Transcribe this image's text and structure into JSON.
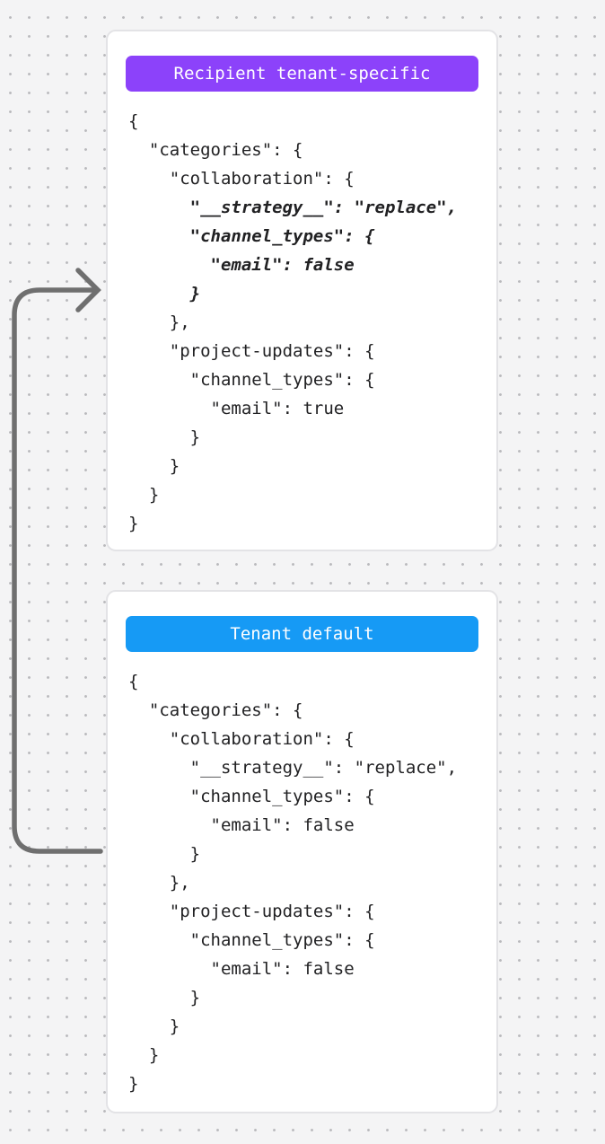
{
  "page": {
    "background_color": "#f4f4f5",
    "dot_color": "#b9b9bc",
    "card_border_color": "#e3e3e6",
    "code_text_color": "#212123"
  },
  "arrow": {
    "description": "curved connector from tenant-default card pointing up into recipient tenant-specific card",
    "color": "#6f6f6f"
  },
  "cards": [
    {
      "badge": {
        "label": "Recipient tenant-specific",
        "background": "#8c42fa",
        "text_color": "#ffffff"
      },
      "code_lines": [
        {
          "text": "{",
          "emphasis": false
        },
        {
          "text": "  \"categories\": {",
          "emphasis": false
        },
        {
          "text": "    \"collaboration\": {",
          "emphasis": false
        },
        {
          "text": "      \"__strategy__\": \"replace\",",
          "emphasis": true
        },
        {
          "text": "      \"channel_types\": {",
          "emphasis": true
        },
        {
          "text": "        \"email\": false",
          "emphasis": true
        },
        {
          "text": "      }",
          "emphasis": true
        },
        {
          "text": "    },",
          "emphasis": false
        },
        {
          "text": "    \"project-updates\": {",
          "emphasis": false
        },
        {
          "text": "      \"channel_types\": {",
          "emphasis": false
        },
        {
          "text": "        \"email\": true",
          "emphasis": false
        },
        {
          "text": "      }",
          "emphasis": false
        },
        {
          "text": "    }",
          "emphasis": false
        },
        {
          "text": "  }",
          "emphasis": false
        },
        {
          "text": "}",
          "emphasis": false
        }
      ]
    },
    {
      "badge": {
        "label": "Tenant default",
        "background": "#169af5",
        "text_color": "#ffffff"
      },
      "code_lines": [
        {
          "text": "{",
          "emphasis": false
        },
        {
          "text": "  \"categories\": {",
          "emphasis": false
        },
        {
          "text": "    \"collaboration\": {",
          "emphasis": false
        },
        {
          "text": "      \"__strategy__\": \"replace\",",
          "emphasis": false
        },
        {
          "text": "      \"channel_types\": {",
          "emphasis": false
        },
        {
          "text": "        \"email\": false",
          "emphasis": false
        },
        {
          "text": "      }",
          "emphasis": false
        },
        {
          "text": "    },",
          "emphasis": false
        },
        {
          "text": "    \"project-updates\": {",
          "emphasis": false
        },
        {
          "text": "      \"channel_types\": {",
          "emphasis": false
        },
        {
          "text": "        \"email\": false",
          "emphasis": false
        },
        {
          "text": "      }",
          "emphasis": false
        },
        {
          "text": "    }",
          "emphasis": false
        },
        {
          "text": "  }",
          "emphasis": false
        },
        {
          "text": "}",
          "emphasis": false
        }
      ]
    }
  ]
}
